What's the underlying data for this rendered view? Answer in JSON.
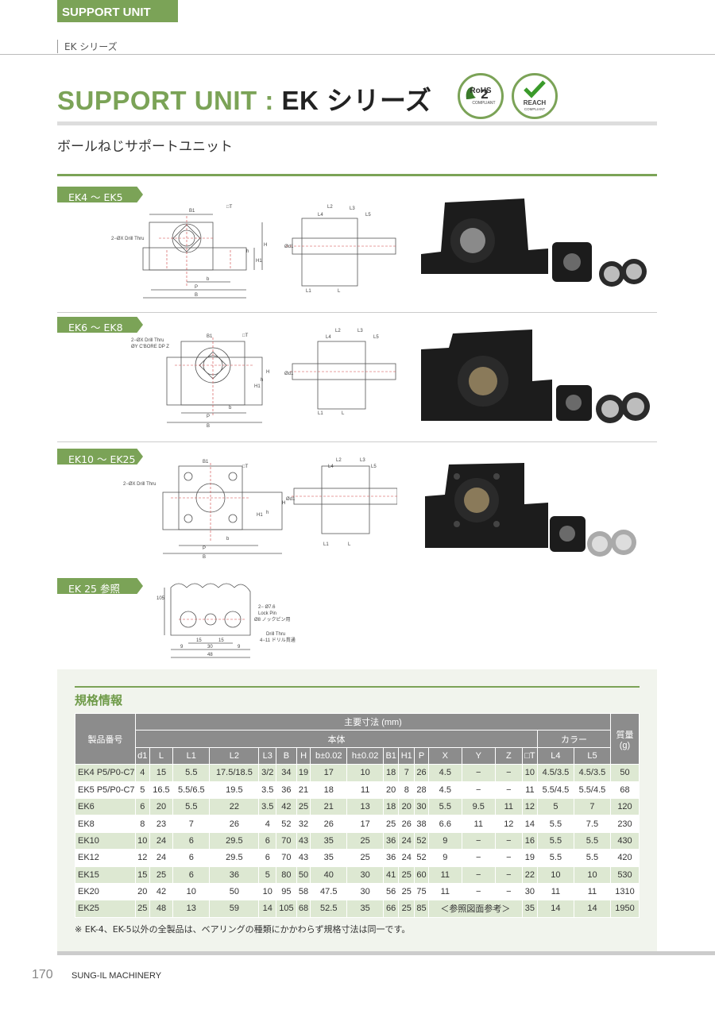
{
  "header": {
    "section_tag": "SUPPORT UNIT",
    "breadcrumb": "EK シリーズ",
    "title_prefix": "SUPPORT UNIT : ",
    "title_main": "EK シリーズ",
    "subtitle": "ボールねじサポートユニット"
  },
  "badges": {
    "rohs": {
      "line1": "RoHS",
      "num": "2",
      "line2": "COMPLIANT"
    },
    "reach": {
      "line1": "REACH",
      "line2": "COMPLIANT"
    },
    "accent_color": "#7ba357"
  },
  "sections": [
    {
      "tag": "EK4 ～ EK5",
      "labels": {
        "drill": "2−ØX Drill Thru",
        "d1": "Ød1",
        "B1": "B1",
        "T": "□T",
        "L2": "L2",
        "L3": "L3",
        "L4": "L4",
        "L5": "L5",
        "L1": "L1",
        "L": "L",
        "b": "b",
        "P": "P",
        "B": "B",
        "H": "H",
        "H1": "H1",
        "h": "h"
      }
    },
    {
      "tag": "EK6 ～ EK8",
      "labels": {
        "drill": "2−ØX Drill Thru",
        "cbore": "ØY C'BORE DP Z",
        "d1": "Ød1",
        "B1": "B1",
        "T": "□T",
        "L2": "L2",
        "L3": "L3",
        "L4": "L4",
        "L5": "L5",
        "L1": "L1",
        "L": "L",
        "b": "b",
        "P": "P",
        "B": "B",
        "H": "H",
        "H1": "H1",
        "h": "h"
      }
    },
    {
      "tag": "EK10 ～ EK25",
      "labels": {
        "drill": "2−ØX Drill Thru",
        "d1": "Ød1",
        "B1": "B1",
        "T": "□T",
        "L2": "L2",
        "L3": "L3",
        "L4": "L4",
        "L5": "L5",
        "L1": "L1",
        "L": "L",
        "b": "b",
        "P": "P",
        "B": "B",
        "H": "H",
        "H1": "H1",
        "h": "h"
      }
    },
    {
      "tag": "EK 25 参照",
      "labels": {
        "dim105": "105",
        "pin1": "2− Ø7.6",
        "pin2": "Lock Pin",
        "pin3": "Ø8 ノックピン用",
        "drill1": "Drill Thru",
        "drill2": "4−11 ドリル貫通",
        "d15a": "15",
        "d15b": "15",
        "d9a": "9",
        "d30": "30",
        "d9b": "9",
        "d48": "48"
      }
    }
  ],
  "spec": {
    "title": "規格情報",
    "header_part": "製品番号",
    "header_main": "主要寸法 (mm)",
    "header_body": "本体",
    "header_collar": "カラー",
    "header_mass": "質量 (g)",
    "columns": [
      "d1",
      "L",
      "L1",
      "L2",
      "L3",
      "B",
      "H",
      "b±0.02",
      "h±0.02",
      "B1",
      "H1",
      "P",
      "X",
      "Y",
      "Z",
      "□T",
      "L4",
      "L5"
    ],
    "rows": [
      {
        "part": "EK4 P5/P0-C7",
        "vals": [
          "4",
          "15",
          "5.5",
          "17.5/18.5",
          "3/2",
          "34",
          "19",
          "17",
          "10",
          "18",
          "7",
          "26",
          "4.5",
          "−",
          "−",
          "10",
          "4.5/3.5",
          "4.5/3.5"
        ],
        "mass": "50"
      },
      {
        "part": "EK5 P5/P0-C7",
        "vals": [
          "5",
          "16.5",
          "5.5/6.5",
          "19.5",
          "3.5",
          "36",
          "21",
          "18",
          "11",
          "20",
          "8",
          "28",
          "4.5",
          "−",
          "−",
          "11",
          "5.5/4.5",
          "5.5/4.5"
        ],
        "mass": "68"
      },
      {
        "part": "EK6",
        "vals": [
          "6",
          "20",
          "5.5",
          "22",
          "3.5",
          "42",
          "25",
          "21",
          "13",
          "18",
          "20",
          "30",
          "5.5",
          "9.5",
          "11",
          "12",
          "5",
          "7"
        ],
        "mass": "120"
      },
      {
        "part": "EK8",
        "vals": [
          "8",
          "23",
          "7",
          "26",
          "4",
          "52",
          "32",
          "26",
          "17",
          "25",
          "26",
          "38",
          "6.6",
          "11",
          "12",
          "14",
          "5.5",
          "7.5"
        ],
        "mass": "230"
      },
      {
        "part": "EK10",
        "vals": [
          "10",
          "24",
          "6",
          "29.5",
          "6",
          "70",
          "43",
          "35",
          "25",
          "36",
          "24",
          "52",
          "9",
          "−",
          "−",
          "16",
          "5.5",
          "5.5"
        ],
        "mass": "430"
      },
      {
        "part": "EK12",
        "vals": [
          "12",
          "24",
          "6",
          "29.5",
          "6",
          "70",
          "43",
          "35",
          "25",
          "36",
          "24",
          "52",
          "9",
          "−",
          "−",
          "19",
          "5.5",
          "5.5"
        ],
        "mass": "420"
      },
      {
        "part": "EK15",
        "vals": [
          "15",
          "25",
          "6",
          "36",
          "5",
          "80",
          "50",
          "40",
          "30",
          "41",
          "25",
          "60",
          "11",
          "−",
          "−",
          "22",
          "10",
          "10"
        ],
        "mass": "530"
      },
      {
        "part": "EK20",
        "vals": [
          "20",
          "42",
          "10",
          "50",
          "10",
          "95",
          "58",
          "47.5",
          "30",
          "56",
          "25",
          "75",
          "11",
          "−",
          "−",
          "30",
          "11",
          "11"
        ],
        "mass": "1310"
      },
      {
        "part": "EK25",
        "vals": [
          "25",
          "48",
          "13",
          "59",
          "14",
          "105",
          "68",
          "52.5",
          "35",
          "66",
          "25",
          "85"
        ],
        "ref": "＜参照図面参考＞",
        "vals2": [
          "35",
          "14",
          "14"
        ],
        "mass": "1950"
      }
    ],
    "note": "※ EK-4、EK-5以外の全製品は、ベアリングの種類にかかわらず規格寸法は同一です。"
  },
  "footer": {
    "page": "170",
    "company": "SUNG-IL MACHINERY"
  }
}
